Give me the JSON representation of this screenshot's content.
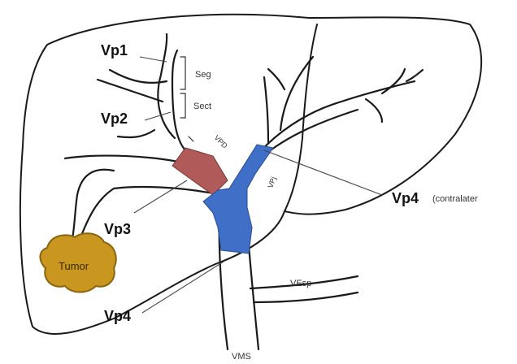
{
  "labels": {
    "vp1": "Vp1",
    "vp2": "Vp2",
    "vp3": "Vp3",
    "vp4_left": "Vp4",
    "vp4_right": "Vp4",
    "vp4_right_suffix": "(contralater",
    "seg": "Seg",
    "sect": "Sect",
    "vpd": "VPD",
    "vpj": "VPj",
    "vesp": "VEsp",
    "vms": "VMS",
    "tumor": "Tumor"
  },
  "colors": {
    "red_segment": "#b05a5a",
    "blue_segment": "#3f6fc7",
    "tumor_fill": "#c9971f"
  }
}
